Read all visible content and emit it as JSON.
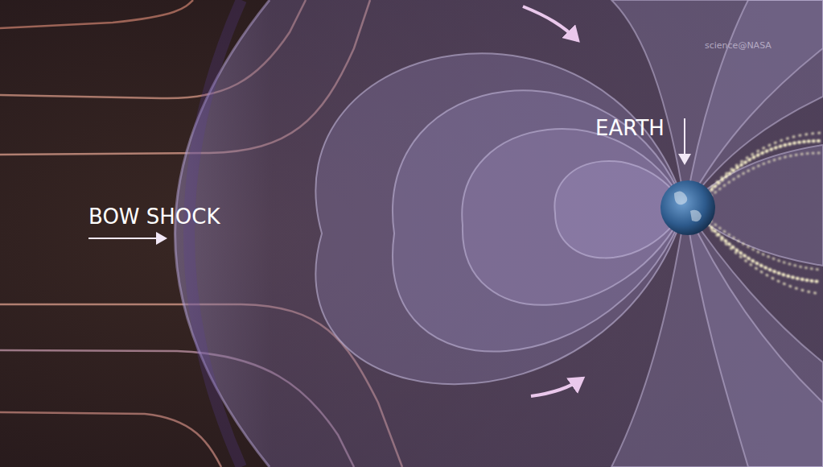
{
  "diagram": {
    "labels": [
      "BOW SHOCK",
      "EARTH",
      "science@NASA"
    ]
  }
}
